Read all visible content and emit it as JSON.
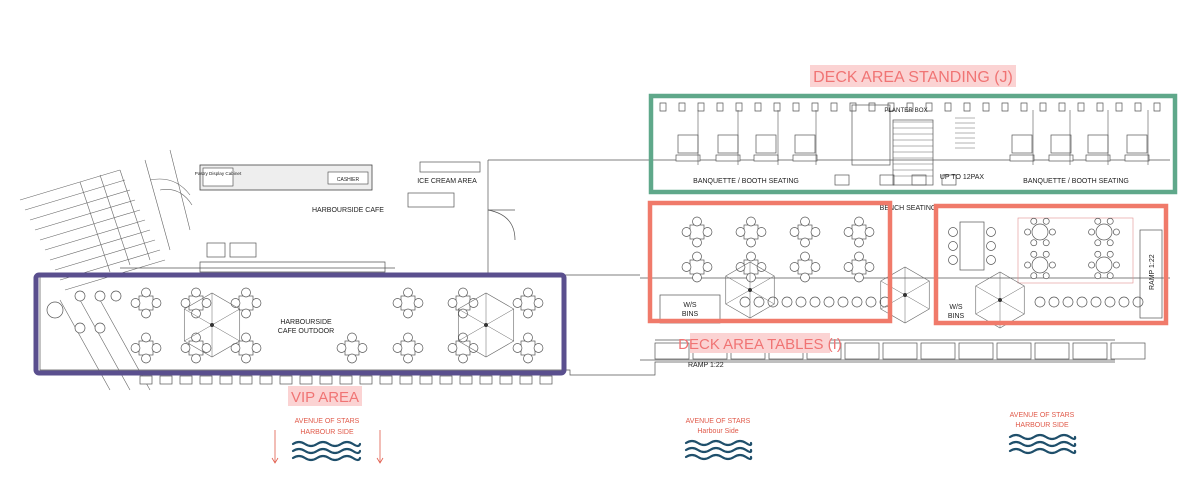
{
  "zones": {
    "standing": {
      "title": "DECK AREA  STANDING  (J)",
      "color": "#5fa88a"
    },
    "tables": {
      "title": "DECK AREA TABLES  (I)",
      "color": "#f07a6a"
    },
    "vip": {
      "title": "VIP AREA",
      "color": "#5a4f8e"
    }
  },
  "labels": {
    "pastry": "Pastry Display Cabinet",
    "cashier": "CASHIER",
    "ice_cream": "ICE CREAM AREA",
    "cafe": "HARBOURSIDE CAFE",
    "cafe_outdoor": "HARBOURSIDE CAFE OUTDOOR",
    "planter_box": "PLANTER BOX",
    "banquette_left": "BANQUETTE / BOOTH SEATING",
    "banquette_right": "BANQUETTE / BOOTH SEATING",
    "up_to_12pax": "UP TO 12PAX",
    "bench_seating": "BENCH SEATING",
    "ws_bins_left": "W/S BINS",
    "ws_bins_right": "W/S BINS",
    "ramp_122_bottom": "RAMP 1:22",
    "ramp_122_right": "RAMP 1:22"
  },
  "seafront": [
    {
      "line1": "AVENUE OF STARS",
      "line2": "HARBOUR SIDE"
    },
    {
      "line1": "AVENUE OF STARS",
      "line2": "Harbour Side"
    },
    {
      "line1": "AVENUE OF STARS",
      "line2": "HARBOUR SIDE"
    }
  ],
  "icons": {
    "sea": "wave-icon",
    "arrow": "down-arrow-icon"
  }
}
